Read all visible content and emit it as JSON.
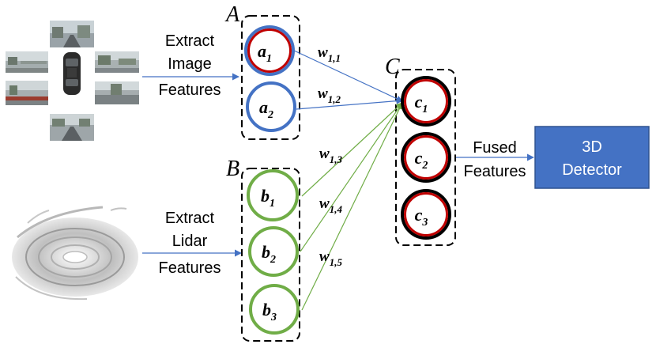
{
  "camera_block": {
    "extract_label_lines": [
      "Extract",
      "Image",
      "Features"
    ]
  },
  "lidar_block": {
    "extract_label_lines": [
      "Extract",
      "Lidar",
      "Features"
    ]
  },
  "groups": {
    "A": {
      "label": "A",
      "nodes": [
        {
          "base": "a",
          "sub": "1"
        },
        {
          "base": "a",
          "sub": "2"
        }
      ]
    },
    "B": {
      "label": "B",
      "nodes": [
        {
          "base": "b",
          "sub": "1"
        },
        {
          "base": "b",
          "sub": "2"
        },
        {
          "base": "b",
          "sub": "3"
        }
      ]
    },
    "C": {
      "label": "C",
      "nodes": [
        {
          "base": "c",
          "sub": "1"
        },
        {
          "base": "c",
          "sub": "2"
        },
        {
          "base": "c",
          "sub": "3"
        }
      ]
    }
  },
  "weights": [
    {
      "base": "w",
      "sub": "1,1"
    },
    {
      "base": "w",
      "sub": "1,2"
    },
    {
      "base": "w",
      "sub": "1,3"
    },
    {
      "base": "w",
      "sub": "1,4"
    },
    {
      "base": "w",
      "sub": "1,5"
    }
  ],
  "fused_label_lines": [
    "Fused",
    "Features"
  ],
  "detector": {
    "lines": [
      "3D",
      "Detector"
    ]
  },
  "colors": {
    "blue": "#4472c4",
    "green": "#70ad47",
    "red": "#c00000",
    "detector_fill": "#4472c4",
    "detector_stroke": "#2f528f",
    "group_border": "#000000"
  }
}
